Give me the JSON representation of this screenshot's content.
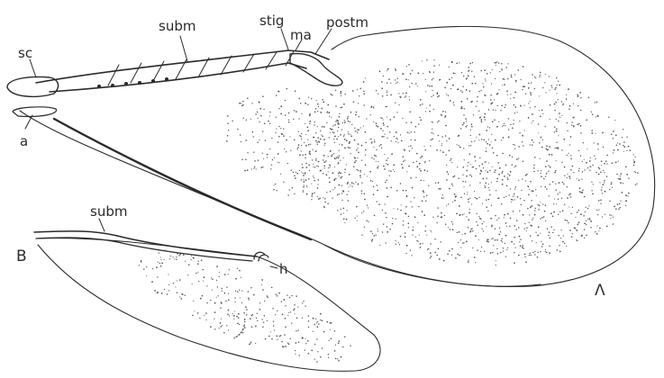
{
  "forewing": {
    "labels": {
      "sc": "sc",
      "a": "a",
      "subm": "subm",
      "stig": "stig",
      "ma": "ma",
      "postm": "postm"
    },
    "panel_letter": "Λ"
  },
  "hindwing": {
    "labels": {
      "subm": "subm",
      "h": "h"
    },
    "panel_letter": "B"
  },
  "colors": {
    "ink": "#2a2a2a",
    "paper": "#ffffff"
  }
}
